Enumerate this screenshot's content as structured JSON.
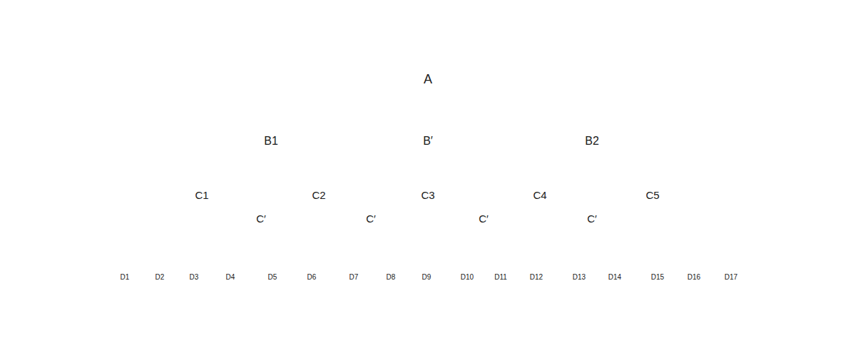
{
  "diagram": {
    "nodes": [
      {
        "text": [
          "A"
        ]
      },
      {
        "text": [
          "B1"
        ],
        "in": 0
      },
      {
        "text": [
          "B′"
        ],
        "in": 0
      },
      {
        "text": [
          "B2"
        ],
        "in": 0
      },
      {
        "text": [
          "C1"
        ],
        "in": 1
      },
      {
        "text": [
          "C2"
        ],
        "in": 1
      },
      {
        "text": [
          "C3"
        ],
        "in": 2
      },
      {
        "text": [
          "C4"
        ],
        "in": 3
      },
      {
        "text": [
          "C5"
        ],
        "in": 3
      },
      {
        "text": [
          "C′"
        ],
        "in": 1
      },
      {
        "text": [
          "C′"
        ],
        "in": 2
      },
      {
        "text": [
          "C′"
        ],
        "in": 2
      },
      {
        "text": [
          "C′"
        ],
        "in": 3
      },
      {
        "text": [
          "D1"
        ],
        "in": 4
      },
      {
        "text": [
          "D2"
        ],
        "in": 4
      },
      {
        "text": [
          "D3"
        ],
        "in": 4
      },
      {
        "text": [
          "D4"
        ],
        "in": 9
      },
      {
        "text": [
          "D5"
        ],
        "in": 9
      },
      {
        "text": [
          "D6"
        ],
        "in": 5
      },
      {
        "text": [
          "D7"
        ],
        "in": 10
      },
      {
        "text": [
          "D8"
        ],
        "in": 10
      },
      {
        "text": [
          "D9"
        ],
        "in": 6
      },
      {
        "text": [
          "D10"
        ],
        "in": 11
      },
      {
        "text": [
          "D11"
        ],
        "in": 11
      },
      {
        "text": [
          "D12"
        ],
        "in": 7
      },
      {
        "text": [
          "D13"
        ],
        "in": 12
      },
      {
        "text": [
          "D14"
        ],
        "in": 12
      },
      {
        "text": [
          "D15"
        ],
        "in": 8
      },
      {
        "text": [
          "D16"
        ],
        "in": 8
      },
      {
        "text": [
          "D17"
        ],
        "in": 8
      }
    ]
  }
}
